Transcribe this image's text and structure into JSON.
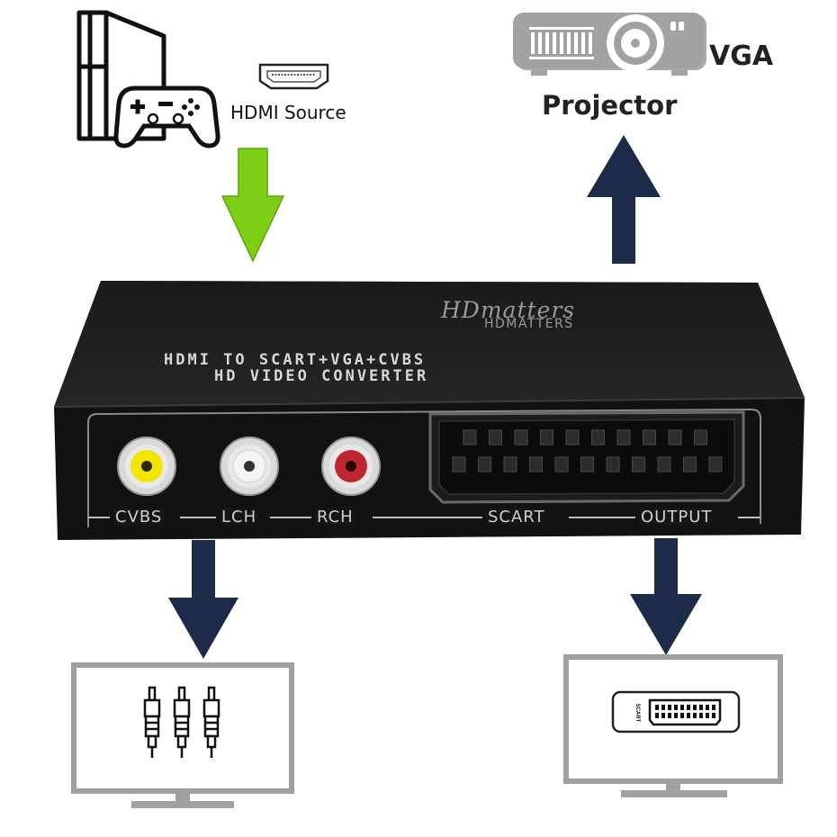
{
  "source": {
    "label": "HDMI Source",
    "devices": [
      "game-console-icon",
      "gamepad-icon",
      "hdmi-port-icon"
    ]
  },
  "projector": {
    "label": "Projector",
    "connector": "VGA"
  },
  "device": {
    "brand_script": "HDmatters",
    "brand_caps": "HDMATTERS",
    "title_line1": "HDMI TO SCART+VGA+CVBS",
    "title_line2": "HD VIDEO CONVERTER",
    "port_labels": {
      "cvbs": "CVBS",
      "lch": "LCH",
      "rch": "RCH",
      "scart": "SCART",
      "output": "OUTPUT"
    }
  },
  "outputs": {
    "rca_tv": {
      "icon": "rca-cable-icon"
    },
    "scart_tv": {
      "icon": "scart-port-icon",
      "port_text": "SCART"
    }
  },
  "colors": {
    "input_arrow": "#7fce16",
    "output_arrow": "#1c2b4a",
    "device_body": "#161616",
    "cvbs_jack": "#f3e500",
    "lch_jack": "#f4f4f4",
    "rch_jack": "#c0262f"
  }
}
